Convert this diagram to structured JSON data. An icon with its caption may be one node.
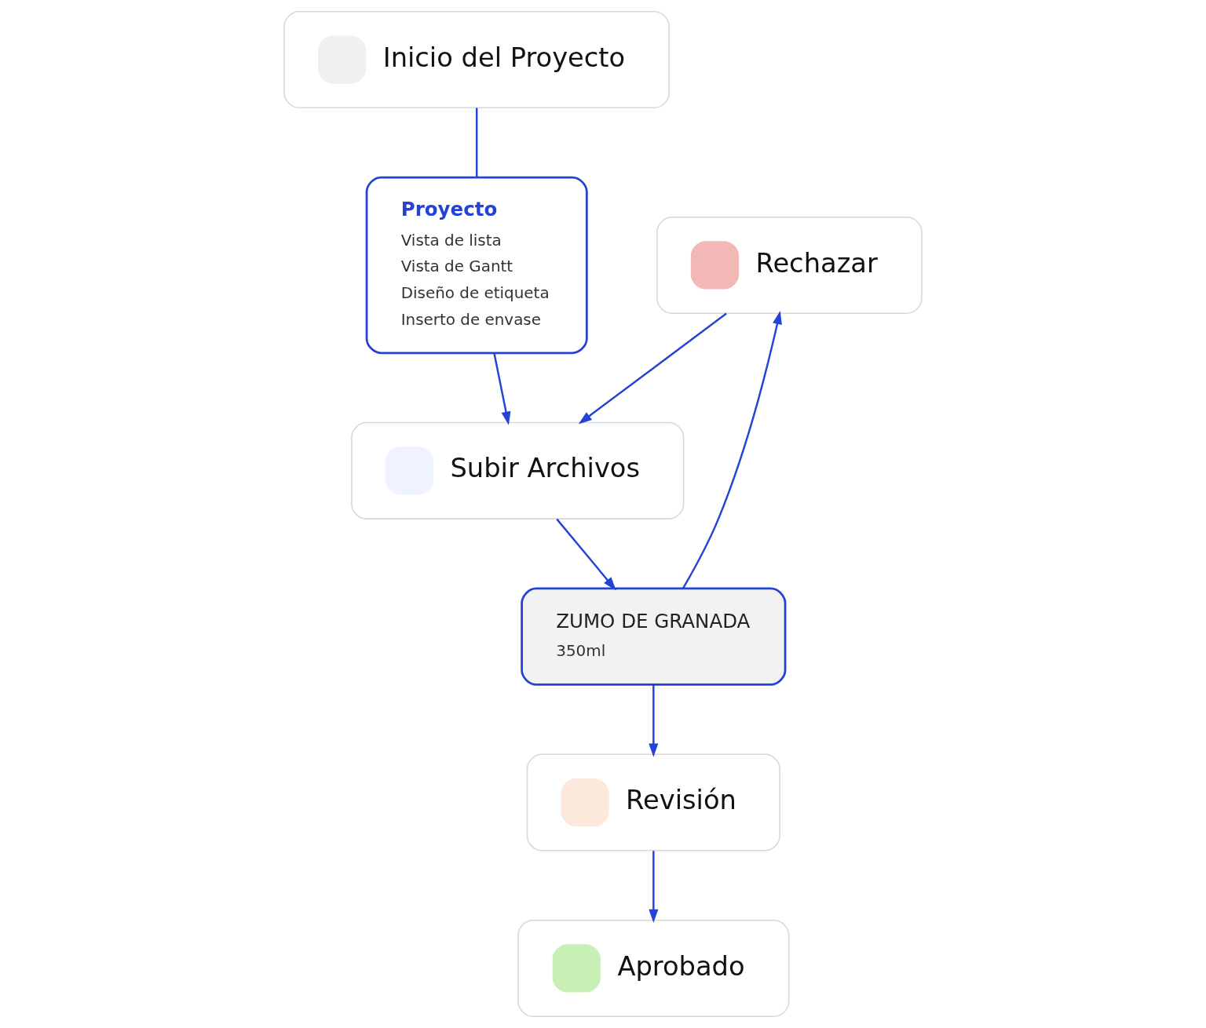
{
  "diagram": {
    "nodes": [
      {
        "text": [
          "Rechazar"
        ]
      },
      {
        "text": [
          "Subir Archivos"
        ]
      },
      {
        "text": [
          "ZUMO DE GRANADA",
          "350ml"
        ]
      },
      {
        "text": [
          "Proyecto",
          "Vista de lista",
          "Vista de Gantt",
          "Diseño de etiqueta",
          "Inserto de envase"
        ]
      },
      {
        "text": [
          "Revisión"
        ]
      },
      {
        "text": [
          "Inicio del Proyecto"
        ]
      },
      {
        "text": [
          "Aprobado"
        ]
      }
    ],
    "edges": [
      {
        "from": 0,
        "to": 1,
        "arrow": "to"
      },
      {
        "from": 1,
        "to": 2,
        "arrow": "to"
      },
      {
        "from": 3,
        "to": 1,
        "arrow": "to"
      },
      {
        "from": 5,
        "to": 3,
        "arrow": "none"
      },
      {
        "from": 2,
        "to": 4,
        "arrow": "to"
      },
      {
        "from": 2,
        "to": 0,
        "arrow": "to"
      },
      {
        "from": 4,
        "to": 6,
        "arrow": "to"
      }
    ]
  }
}
